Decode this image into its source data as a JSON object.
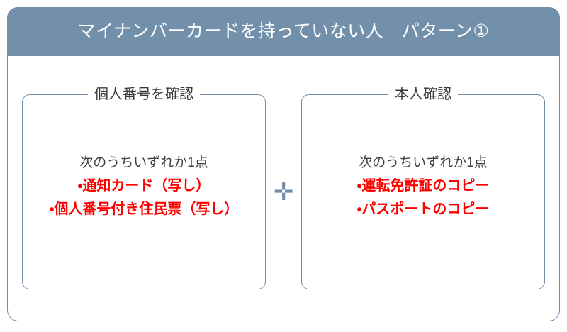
{
  "header": {
    "title": "マイナンバーカードを持っていない人　パターン①"
  },
  "panels": [
    {
      "legend": "個人番号を確認",
      "intro": "次のうちいずれか1点",
      "items": [
        "・通知カード（写し）",
        "・個人番号付き住民票（写し）"
      ]
    },
    {
      "legend": "本人確認",
      "intro": "次のうちいずれか1点",
      "items": [
        "・運転免許証のコピー",
        "・パスポートのコピー"
      ]
    }
  ],
  "connector": {
    "symbol": "✛"
  },
  "colors": {
    "header_background": "#7390ab",
    "border": "#6f8dab",
    "highlight_text": "#ff0000",
    "body_text": "#404040",
    "legend_text": "#3b3b3b",
    "page_background": "#ffffff"
  }
}
